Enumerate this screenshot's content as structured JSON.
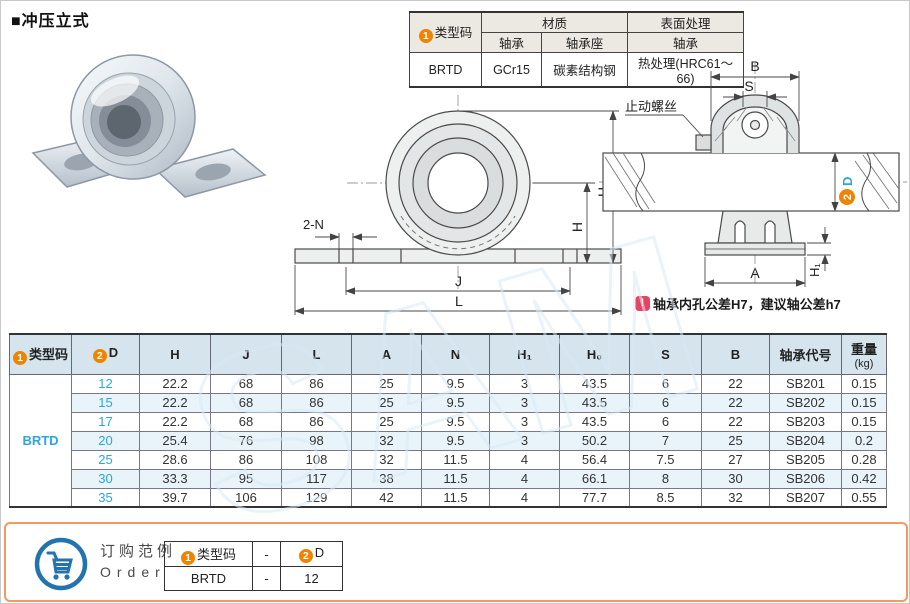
{
  "title": "■冲压立式",
  "symbols": {
    "n1": "1",
    "n2": "2",
    "note_icon": "!"
  },
  "spec_table": {
    "type_code_label": "类型码",
    "material_label": "材质",
    "material_bearing_label": "轴承",
    "material_housing_label": "轴承座",
    "surface_label": "表面处理",
    "surface_bearing_label": "轴承",
    "type_code_value": "BRTD",
    "bearing_material": "GCr15",
    "housing_material": "碳素结构钢",
    "surface_treatment": "热处理(HRC61～66)"
  },
  "drawing_left": {
    "dim_2n": "2-N",
    "dim_j": "J",
    "dim_l": "L",
    "dim_h": "H",
    "dim_h0": "H₀"
  },
  "drawing_right": {
    "set_screw": "止动螺丝",
    "dim_b": "B",
    "dim_s": "S",
    "dim_d": "D",
    "dim_h1": "H₁",
    "dim_a": "A"
  },
  "note": "轴承内孔公差H7，建议轴公差h7",
  "main_table": {
    "type_code_label": "类型码",
    "type_code_value": "BRTD",
    "col_d": "D",
    "headers": [
      "H",
      "J",
      "L",
      "A",
      "N",
      "H₁",
      "H₀",
      "S",
      "B",
      "轴承代号"
    ],
    "weight_label": "重量",
    "weight_unit": "(kg)",
    "rows": [
      {
        "d": "12",
        "h": "22.2",
        "j": "68",
        "l": "86",
        "a": "25",
        "n": "9.5",
        "h1": "3",
        "h0": "43.5",
        "s": "6",
        "b": "22",
        "code": "SB201",
        "w": "0.15"
      },
      {
        "d": "15",
        "h": "22.2",
        "j": "68",
        "l": "86",
        "a": "25",
        "n": "9.5",
        "h1": "3",
        "h0": "43.5",
        "s": "6",
        "b": "22",
        "code": "SB202",
        "w": "0.15"
      },
      {
        "d": "17",
        "h": "22.2",
        "j": "68",
        "l": "86",
        "a": "25",
        "n": "9.5",
        "h1": "3",
        "h0": "43.5",
        "s": "6",
        "b": "22",
        "code": "SB203",
        "w": "0.15"
      },
      {
        "d": "20",
        "h": "25.4",
        "j": "76",
        "l": "98",
        "a": "32",
        "n": "9.5",
        "h1": "3",
        "h0": "50.2",
        "s": "7",
        "b": "25",
        "code": "SB204",
        "w": "0.2"
      },
      {
        "d": "25",
        "h": "28.6",
        "j": "86",
        "l": "108",
        "a": "32",
        "n": "11.5",
        "h1": "4",
        "h0": "56.4",
        "s": "7.5",
        "b": "27",
        "code": "SB205",
        "w": "0.28"
      },
      {
        "d": "30",
        "h": "33.3",
        "j": "95",
        "l": "117",
        "a": "38",
        "n": "11.5",
        "h1": "4",
        "h0": "66.1",
        "s": "8",
        "b": "30",
        "code": "SB206",
        "w": "0.42"
      },
      {
        "d": "35",
        "h": "39.7",
        "j": "106",
        "l": "129",
        "a": "42",
        "n": "11.5",
        "h1": "4",
        "h0": "77.7",
        "s": "8.5",
        "b": "32",
        "code": "SB207",
        "w": "0.55"
      }
    ]
  },
  "order": {
    "cn": "订购范例",
    "en": "Order",
    "col_type": "类型码",
    "col_dash": "-",
    "col_d": "D",
    "row_type": "BRTD",
    "row_dash": "-",
    "row_d": "12"
  },
  "watermark": "SAM",
  "colors": {
    "accent_orange": "#f08300",
    "link_blue": "#29a7e0",
    "header_blue": "#d6e4ee",
    "alt_row": "#e9f3fa",
    "order_border": "#f49962",
    "note_pink": "#e84263",
    "cart_blue": "#2273ae"
  }
}
